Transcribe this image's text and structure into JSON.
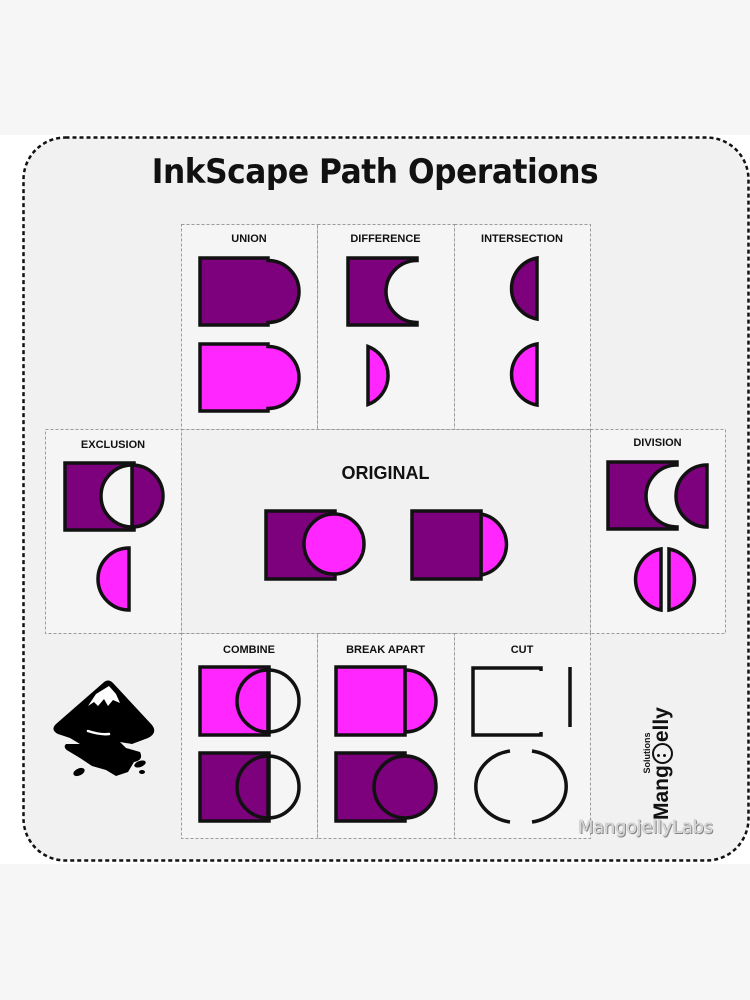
{
  "title": "InkScape Path Operations",
  "colors": {
    "dark_purple": "#7d007d",
    "magenta": "#ff26ff",
    "stroke": "#111111",
    "card_bg": "#f1f1f1",
    "cell_bg": "#f5f5f5",
    "page_bg": "#f6f6f6",
    "band_bg": "#ffffff"
  },
  "cells": {
    "union": {
      "label": "UNION"
    },
    "difference": {
      "label": "DIFFERENCE"
    },
    "intersection": {
      "label": "INTERSECTION"
    },
    "exclusion": {
      "label": "EXCLUSION"
    },
    "original": {
      "label": "ORIGINAL"
    },
    "division": {
      "label": "DIVISION"
    },
    "combine": {
      "label": "COMBINE"
    },
    "break_apart": {
      "label": "BREAK APART"
    },
    "cut": {
      "label": "CUT"
    }
  },
  "logos": {
    "inkscape": "inkscape-logo",
    "brand_name_main": "Mang",
    "brand_name_tail": "elly",
    "brand_sub": "Solutions"
  },
  "watermark": "MangojellyLabs"
}
